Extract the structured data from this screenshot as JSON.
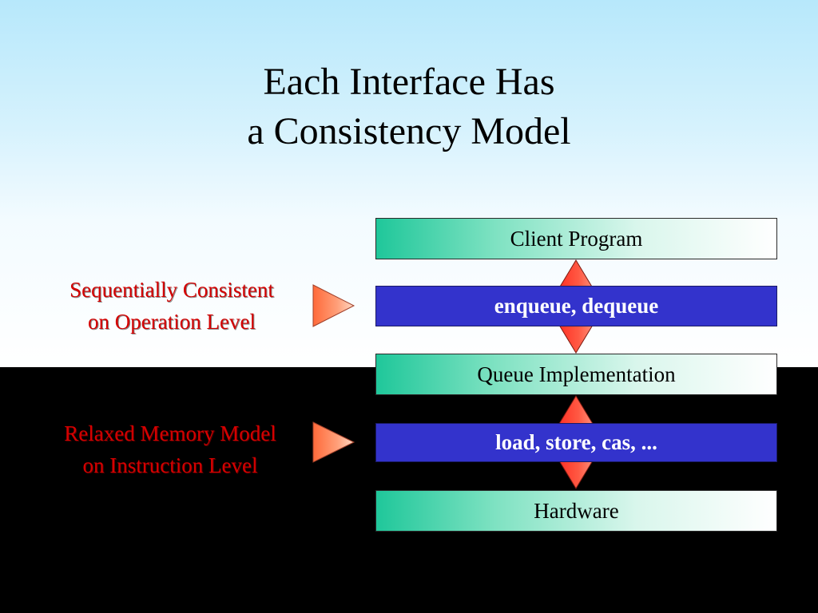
{
  "title": {
    "line1": "Each Interface Has",
    "line2": "a Consistency Model"
  },
  "layers": {
    "client": "Client Program",
    "interface_top": "enqueue, dequeue",
    "implementation": "Queue Implementation",
    "interface_bottom": "load, store, cas, ...",
    "hardware": "Hardware"
  },
  "labels": {
    "top": {
      "line1": "Sequentially Consistent",
      "line2": "on Operation Level"
    },
    "bottom": {
      "line1": "Relaxed Memory Model",
      "line2": "on Instruction Level"
    }
  },
  "colors": {
    "label_text": "#d40000",
    "interface_fill": "#3333cc",
    "layer_gradient_start": "#1fc79a",
    "diamond_fill": "#ff4a3a",
    "arrow_fill": "#ff7a50"
  }
}
